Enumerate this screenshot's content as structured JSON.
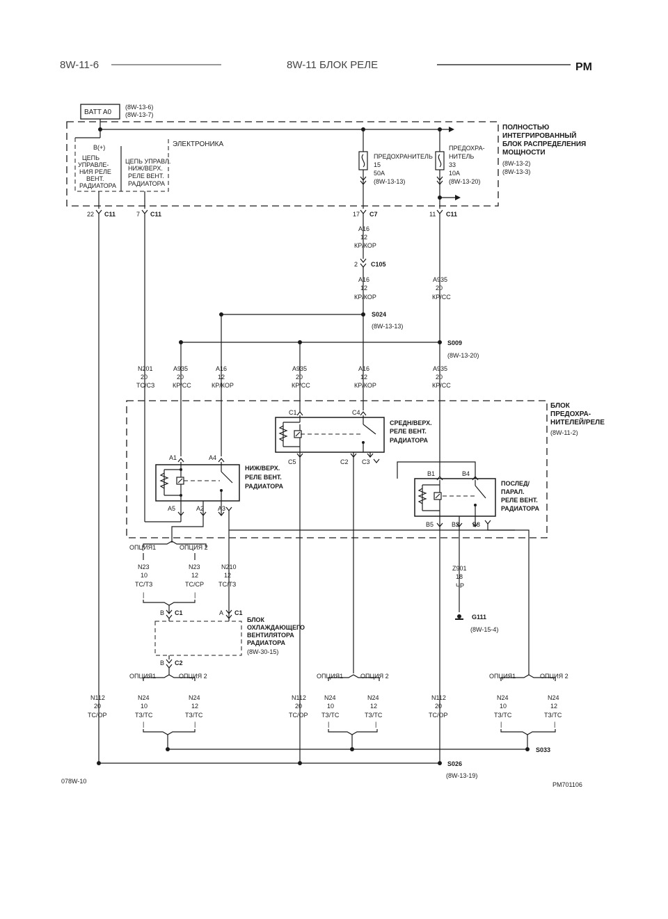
{
  "header": {
    "page_id": "8W-11-6",
    "title": "8W-11 БЛОК   РЕЛЕ",
    "model": "PM"
  },
  "batt": {
    "label": "BATT A0",
    "ref1": "(8W-13-6)",
    "ref2": "(8W-13-7)"
  },
  "ipdm": {
    "title": [
      "ПОЛНОСТЬЮ",
      "ИНТЕГРИРОВАННЫЙ",
      "БЛОК РАСПРЕДЕЛЕНИЯ",
      "МОЩНОСТИ"
    ],
    "refs": [
      "(8W-13-2)",
      "(8W-13-3)"
    ],
    "electronics": "ЭЛЕКТРОНИКА",
    "bplus": "B(+)",
    "ctrl1": [
      "ЦЕПЬ",
      "УПРАВЛЕ-",
      "НИЯ РЕЛЕ",
      "ВЕНТ.",
      "РАДИАТОРА"
    ],
    "ctrl2": [
      "ЦЕПЬ УПРАВЛ.",
      "НИЖ/ВЕРХ.",
      "РЕЛЕ ВЕНТ.",
      "РАДИАТОРА"
    ],
    "fuse15": [
      "ПРЕДОХРАНИТЕЛЬ",
      "15",
      "50A",
      "(8W-13-13)"
    ],
    "fuse33": [
      "ПРЕДОХРА-",
      "НИТЕЛЬ",
      "33",
      "10A",
      "(8W-13-20)"
    ]
  },
  "connectors": {
    "c11_22": {
      "pin": "22",
      "name": "C11"
    },
    "c11_7": {
      "pin": "7",
      "name": "C11"
    },
    "c7_17": {
      "pin": "17",
      "name": "C7"
    },
    "c11_11": {
      "pin": "11",
      "name": "C11"
    },
    "c105": {
      "pin": "2",
      "name": "C105"
    }
  },
  "wires": {
    "a16_top": [
      "A16",
      "12",
      "КР/КОР"
    ],
    "a16_mid": [
      "A16",
      "12",
      "КР/КОР"
    ],
    "a935_mid": [
      "A935",
      "20",
      "КР/СС"
    ],
    "n201": [
      "N201",
      "20",
      "ТС/СЗ"
    ],
    "a935_l": [
      "A935",
      "20",
      "КР/СС"
    ],
    "a16_l": [
      "A16",
      "12",
      "КР/КОР"
    ],
    "a935_c": [
      "A935",
      "20",
      "КР/СС"
    ],
    "a16_c": [
      "A16",
      "12",
      "КР/КОР"
    ],
    "a935_r": [
      "A935",
      "20",
      "КР/СС"
    ],
    "n23_10": [
      "N23",
      "10",
      "ТС/ТЗ"
    ],
    "n23_12": [
      "N23",
      "12",
      "ТС/СР"
    ],
    "n210": [
      "N210",
      "12",
      "ТС/ТЗ"
    ],
    "z901": [
      "Z901",
      "18",
      "ЧР"
    ],
    "n112_a": [
      "N112",
      "20",
      "ТС/ОР"
    ],
    "n24_a10": [
      "N24",
      "10",
      "ТЗ/ТС"
    ],
    "n24_a12": [
      "N24",
      "12",
      "ТЗ/ТС"
    ],
    "n112_b": [
      "N112",
      "20",
      "ТС/ОР"
    ],
    "n24_b10": [
      "N24",
      "10",
      "ТЗ/ТС"
    ],
    "n24_b12": [
      "N24",
      "12",
      "ТЗ/ТС"
    ],
    "n112_c": [
      "N112",
      "20",
      "ТС/ОР"
    ],
    "n24_c10": [
      "N24",
      "10",
      "ТЗ/ТС"
    ],
    "n24_c12": [
      "N24",
      "12",
      "ТЗ/ТС"
    ]
  },
  "splices": {
    "s024": {
      "name": "S024",
      "ref": "(8W-13-13)"
    },
    "s009": {
      "name": "S009",
      "ref": "(8W-13-20)"
    },
    "s033": {
      "name": "S033"
    },
    "s026": {
      "name": "S026",
      "ref": "(8W-13-19)"
    }
  },
  "fuse_relay_block": {
    "title": [
      "БЛОК",
      "ПРЕДОХРА-",
      "НИТЕЛЕЙ/РЕЛЕ"
    ],
    "ref": "(8W-11-2)"
  },
  "relays": {
    "low_high": {
      "label": [
        "НИЖ/ВЕРХ.",
        "РЕЛЕ ВЕНТ.",
        "РАДИАТОРА"
      ],
      "pins": [
        "A1",
        "A4",
        "A5",
        "A2",
        "A3"
      ]
    },
    "mid_high": {
      "label": [
        "СРЕДН/ВЕРХ.",
        "РЕЛЕ ВЕНТ.",
        "РАДИАТОРА"
      ],
      "pins": [
        "C1",
        "C4",
        "C5",
        "C2",
        "C3"
      ]
    },
    "series_parallel": {
      "label": [
        "ПОСЛЕД/",
        "ПАРАЛ.",
        "РЕЛЕ ВЕНТ.",
        "РАДИАТОРА"
      ],
      "pins": [
        "B1",
        "B4",
        "B5",
        "B2",
        "B3"
      ]
    }
  },
  "options": {
    "opt1": "ОПЦИЯ1",
    "opt2": "ОПЦИЯ 2"
  },
  "fan": {
    "label": [
      "БЛОК",
      "ОХЛАЖДАЮЩЕГО",
      "ВЕНТИЛЯТОРА",
      "РАДИАТОРА"
    ],
    "ref": "(8W-30-15)",
    "c1_b": {
      "pin": "B",
      "name": "C1"
    },
    "c1_a": {
      "pin": "A",
      "name": "C1"
    },
    "c2_b": {
      "pin": "B",
      "name": "C2"
    }
  },
  "ground": {
    "name": "G111",
    "ref": "(8W-15-4)"
  },
  "footer": {
    "left": "078W-10",
    "right": "PM701106"
  }
}
